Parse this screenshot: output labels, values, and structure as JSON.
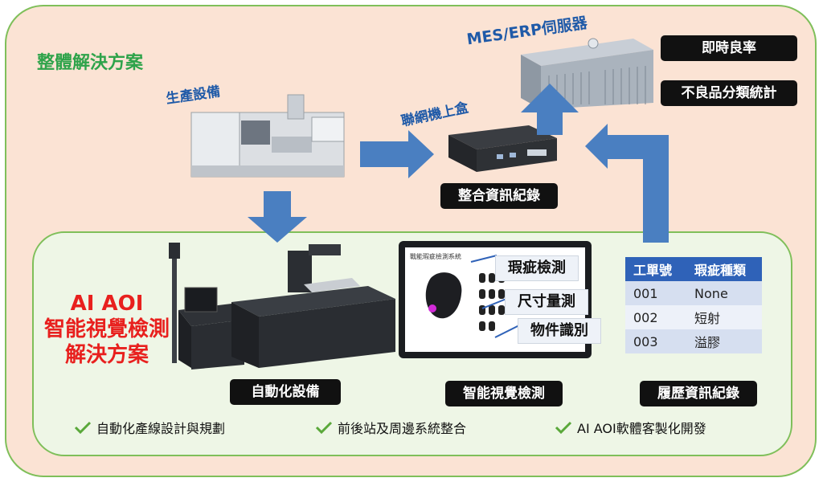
{
  "outer_title": "整體解決方案",
  "production_equipment": "生產設備",
  "iot_box": "聯網機上盒",
  "server": "MES/ERP伺服器",
  "right_badges": [
    "即時良率",
    "不良品分類統計"
  ],
  "integrate_label": "整合資訊紀錄",
  "ai_aoi": {
    "line1": "AI AOI",
    "line2": "智能視覺檢測",
    "line3": "解決方案"
  },
  "automation_label": "自動化設備",
  "vision_label": "智能視覺檢測",
  "history_label": "履歷資訊紀錄",
  "monitor_title": "戰能瑕疵檢測系統",
  "callouts": [
    "瑕疵檢測",
    "尺寸量測",
    "物件識別"
  ],
  "history_table": {
    "headers": [
      "工單號",
      "瑕疵種類"
    ],
    "rows": [
      [
        "001",
        "None"
      ],
      [
        "002",
        "短射"
      ],
      [
        "003",
        "溢膠"
      ]
    ]
  },
  "checklist": [
    "自動化產線設計與規劃",
    "前後站及周邊系統整合",
    "AI AOI軟體客製化開發"
  ],
  "colors": {
    "border_green": "#7fbf5a",
    "title_green": "#2ea34a",
    "arrow_blue": "#4a7fc1",
    "red": "#e8201e",
    "table_header": "#2f62b8"
  }
}
